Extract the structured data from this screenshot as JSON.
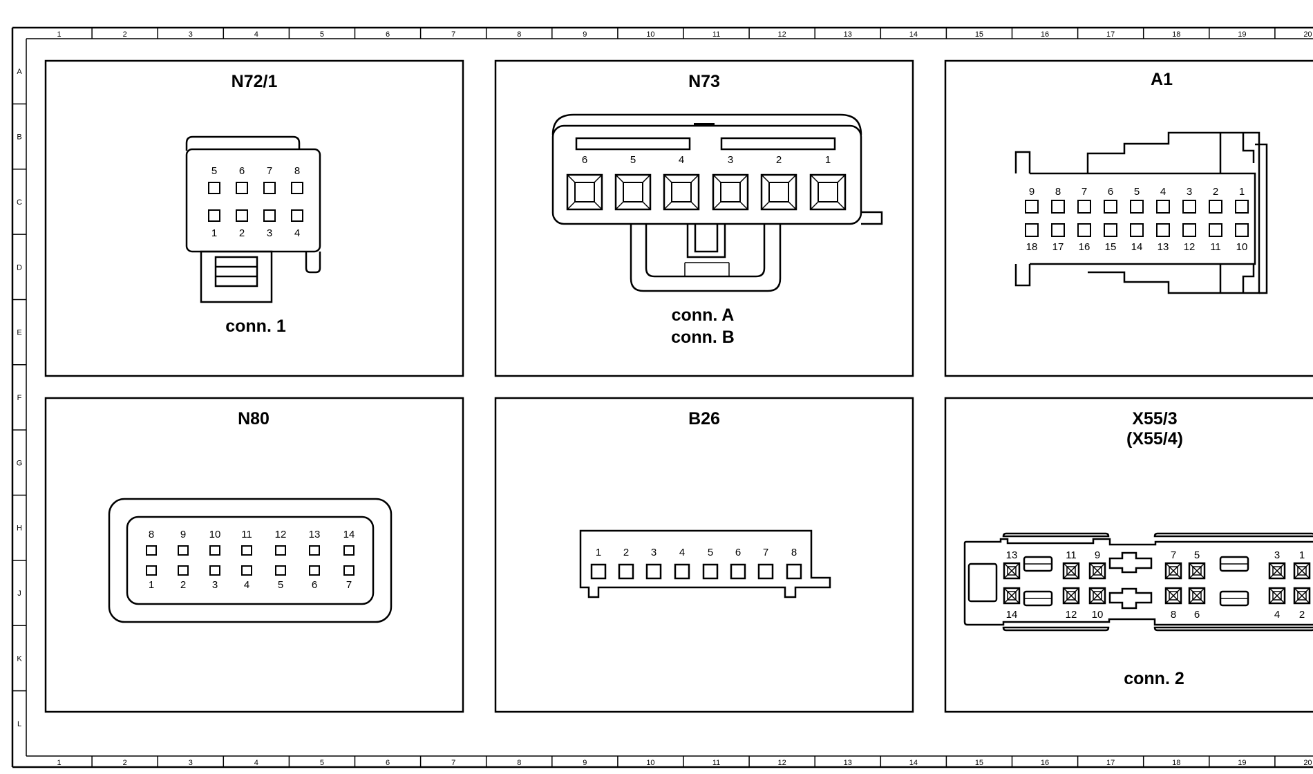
{
  "grid": {
    "columns": [
      "1",
      "2",
      "3",
      "4",
      "5",
      "6",
      "7",
      "8",
      "9",
      "10",
      "11",
      "12",
      "13",
      "14",
      "15",
      "16",
      "17",
      "18",
      "19",
      "20"
    ],
    "rows": [
      "A",
      "B",
      "C",
      "D",
      "E",
      "F",
      "G",
      "H",
      "J",
      "K",
      "L"
    ]
  },
  "panels": {
    "n72_1": {
      "title": "N72/1",
      "caption": "conn. 1",
      "pins_top": [
        "5",
        "6",
        "7",
        "8"
      ],
      "pins_bottom": [
        "1",
        "2",
        "3",
        "4"
      ]
    },
    "n73": {
      "title": "N73",
      "caption_a": "conn. A",
      "caption_b": "conn. B",
      "pins": [
        "6",
        "5",
        "4",
        "3",
        "2",
        "1"
      ]
    },
    "a1": {
      "title": "A1",
      "pins_top": [
        "9",
        "8",
        "7",
        "6",
        "5",
        "4",
        "3",
        "2",
        "1"
      ],
      "pins_bottom": [
        "18",
        "17",
        "16",
        "15",
        "14",
        "13",
        "12",
        "11",
        "10"
      ]
    },
    "n80": {
      "title": "N80",
      "pins_top": [
        "8",
        "9",
        "10",
        "11",
        "12",
        "13",
        "14"
      ],
      "pins_bottom": [
        "1",
        "2",
        "3",
        "4",
        "5",
        "6",
        "7"
      ]
    },
    "b26": {
      "title": "B26",
      "pins": [
        "1",
        "2",
        "3",
        "4",
        "5",
        "6",
        "7",
        "8"
      ]
    },
    "x55": {
      "title": "X55/3",
      "subtitle": "(X55/4)",
      "caption": "conn. 2",
      "pins_top": [
        "13",
        "11",
        "9",
        "7",
        "5",
        "3",
        "1"
      ],
      "pins_bottom": [
        "14",
        "12",
        "10",
        "8",
        "6",
        "4",
        "2"
      ]
    }
  }
}
